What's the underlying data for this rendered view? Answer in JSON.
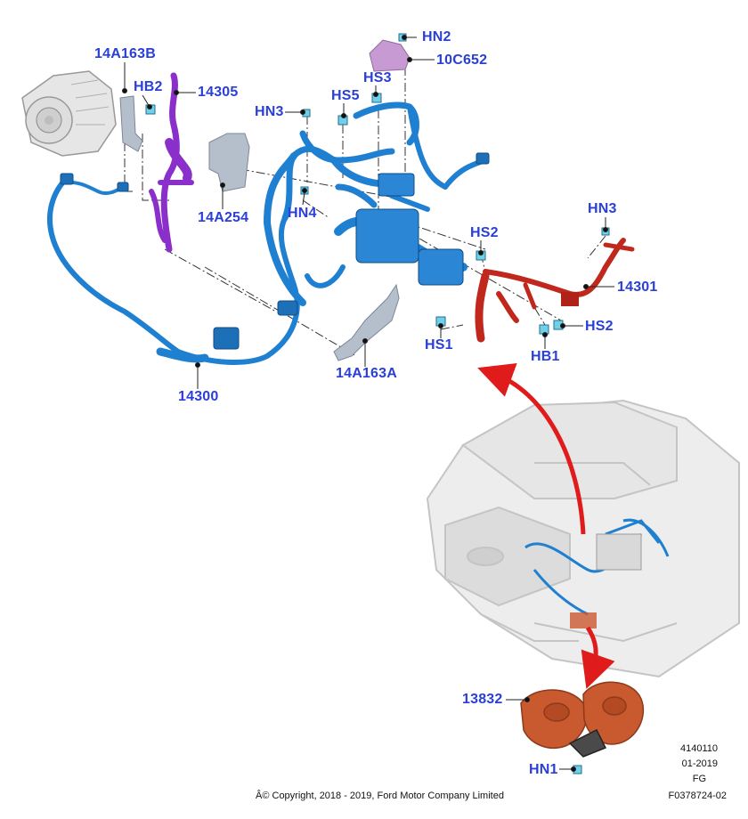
{
  "callouts": {
    "c14A163B": "14A163B",
    "cHB2": "HB2",
    "c14305": "14305",
    "cHN2": "HN2",
    "c10C652": "10C652",
    "cHS3": "HS3",
    "cHN3a": "HN3",
    "cHS5": "HS5",
    "c14A254": "14A254",
    "cHN4": "HN4",
    "cHN3b": "HN3",
    "cHS2a": "HS2",
    "c14301": "14301",
    "cHS2b": "HS2",
    "cHS1": "HS1",
    "cHB1": "HB1",
    "c14A163A": "14A163A",
    "c14300": "14300",
    "c13832": "13832",
    "cHN1": "HN1"
  },
  "footer": {
    "copyright": "Â© Copyright, 2018 - 2019, Ford Motor Company Limited",
    "code1": "4140110",
    "code2": "01-2019",
    "code3": "FG",
    "code4": "F0378724-02"
  },
  "colors": {
    "callout": "#2a3fd6",
    "main_harness": "#1f7fd0",
    "alternator_harness": "#8a2fc9",
    "battery_cable": "#c0281d",
    "horn": "#c9592e",
    "bracket": "#a9b4c4",
    "vehicle": "#d4d4d4",
    "arrow": "#e01b1b"
  },
  "icons": [
    "alternator-icon",
    "horn-icon",
    "vehicle-icon",
    "bolt-icon",
    "nut-icon"
  ]
}
